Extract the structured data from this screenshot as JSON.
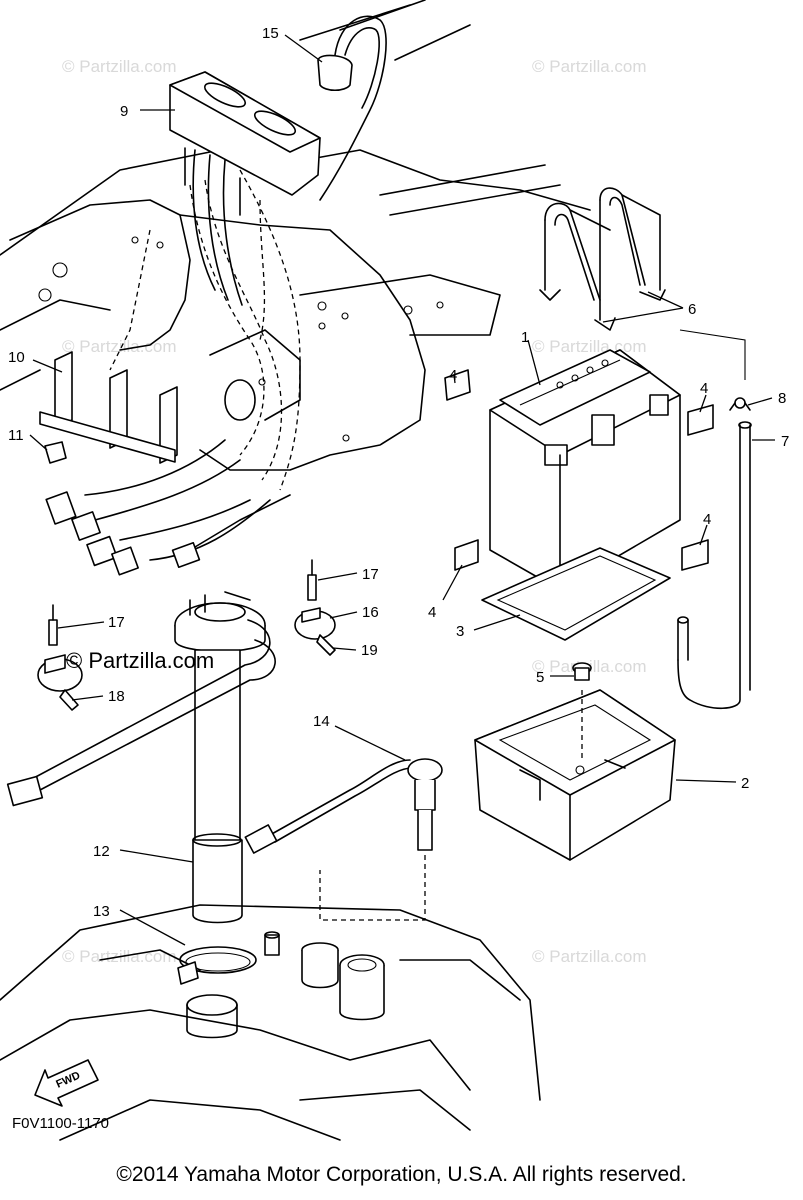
{
  "diagram": {
    "callouts": [
      {
        "id": "c1",
        "text": "1"
      },
      {
        "id": "c2",
        "text": "2"
      },
      {
        "id": "c3",
        "text": "3"
      },
      {
        "id": "c4a",
        "text": "4"
      },
      {
        "id": "c4b",
        "text": "4"
      },
      {
        "id": "c4c",
        "text": "4"
      },
      {
        "id": "c4d",
        "text": "4"
      },
      {
        "id": "c5",
        "text": "5"
      },
      {
        "id": "c6",
        "text": "6"
      },
      {
        "id": "c7",
        "text": "7"
      },
      {
        "id": "c8",
        "text": "8"
      },
      {
        "id": "c9",
        "text": "9"
      },
      {
        "id": "c10",
        "text": "10"
      },
      {
        "id": "c11",
        "text": "11"
      },
      {
        "id": "c12",
        "text": "12"
      },
      {
        "id": "c13",
        "text": "13"
      },
      {
        "id": "c14",
        "text": "14"
      },
      {
        "id": "c15",
        "text": "15"
      },
      {
        "id": "c16",
        "text": "16"
      },
      {
        "id": "c17a",
        "text": "17"
      },
      {
        "id": "c17b",
        "text": "17"
      },
      {
        "id": "c18",
        "text": "18"
      },
      {
        "id": "c19",
        "text": "19"
      }
    ],
    "watermark_small": "© Partzilla.com",
    "watermark_large": "© Partzilla.com",
    "fwd_label": "FWD",
    "drawing_code": "F0V1100-1170"
  },
  "footer": {
    "copyright": "©2014  Yamaha Motor Corporation, U.S.A. All rights reserved."
  }
}
